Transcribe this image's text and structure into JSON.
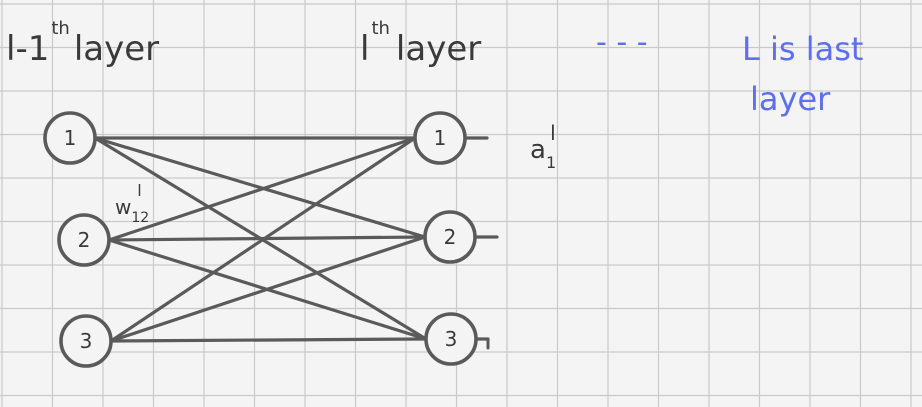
{
  "headings": {
    "prev_layer_base": "l-1",
    "prev_layer_sup": "th",
    "prev_layer_word": "layer",
    "curr_layer_base": "l",
    "curr_layer_sup": "th",
    "curr_layer_word": "layer",
    "dashes": "- - -",
    "note_line1": "L is last",
    "note_line2": "layer"
  },
  "left_nodes": [
    "1",
    "2",
    "3"
  ],
  "right_nodes": [
    "1",
    "2",
    "3"
  ],
  "weight_label": {
    "base": "w",
    "sub": "12",
    "sup": "l"
  },
  "activation_label": {
    "base": "a",
    "sub": "1",
    "sup": "l"
  },
  "colors": {
    "ink": "#5a5a5a",
    "note": "#5b6ff0",
    "grid": "#c9c9c9",
    "paper": "#f4f4f4"
  }
}
